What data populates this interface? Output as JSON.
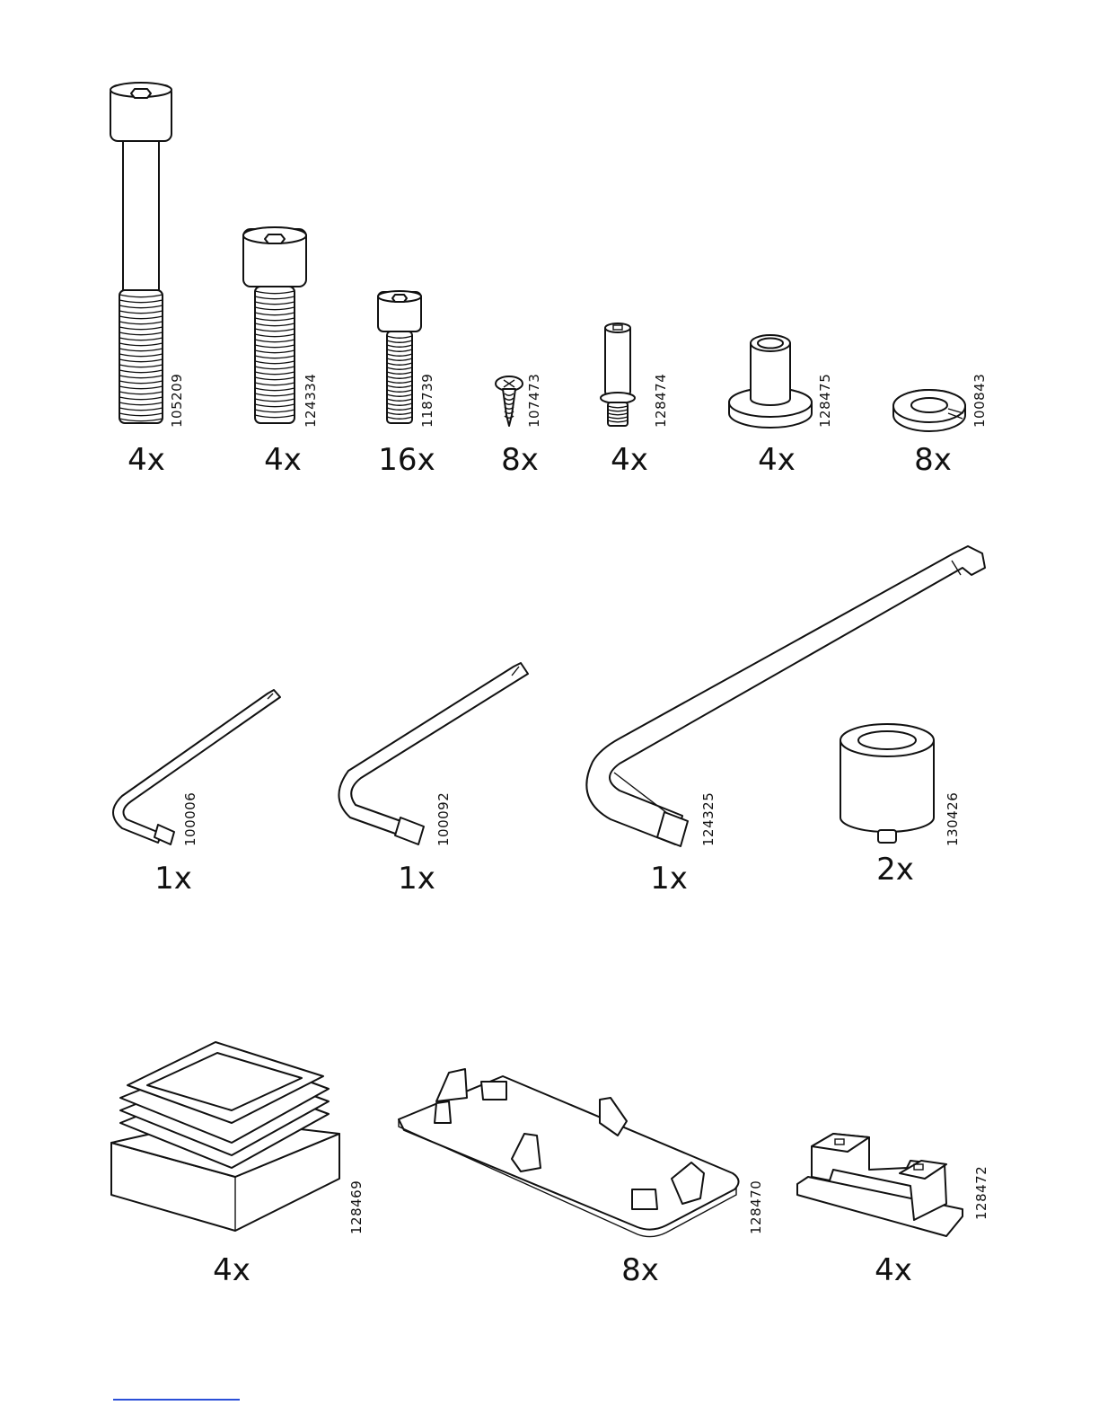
{
  "row1": [
    {
      "pn": "105209",
      "qty": "4x",
      "icon": "long-bolt-icon"
    },
    {
      "pn": "124334",
      "qty": "4x",
      "icon": "medium-bolt-icon"
    },
    {
      "pn": "118739",
      "qty": "16x",
      "icon": "short-bolt-icon"
    },
    {
      "pn": "107473",
      "qty": "8x",
      "icon": "wood-screw-icon"
    },
    {
      "pn": "128474",
      "qty": "4x",
      "icon": "dowel-bolt-icon"
    },
    {
      "pn": "128475",
      "qty": "4x",
      "icon": "flanged-sleeve-icon"
    },
    {
      "pn": "100843",
      "qty": "8x",
      "icon": "spring-washer-icon"
    }
  ],
  "row2": [
    {
      "pn": "100006",
      "qty": "1x",
      "icon": "small-allen-key-icon"
    },
    {
      "pn": "100092",
      "qty": "1x",
      "icon": "medium-allen-key-icon"
    },
    {
      "pn": "124325",
      "qty": "1x",
      "icon": "large-allen-key-icon"
    },
    {
      "pn": "130426",
      "qty": "2x",
      "icon": "foot-glide-icon"
    }
  ],
  "row3": [
    {
      "pn": "128469",
      "qty": "4x",
      "icon": "square-tube-plug-icon"
    },
    {
      "pn": "128470",
      "qty": "8x",
      "icon": "clip-plate-icon"
    },
    {
      "pn": "128472",
      "qty": "4x",
      "icon": "bracket-cap-icon"
    }
  ]
}
